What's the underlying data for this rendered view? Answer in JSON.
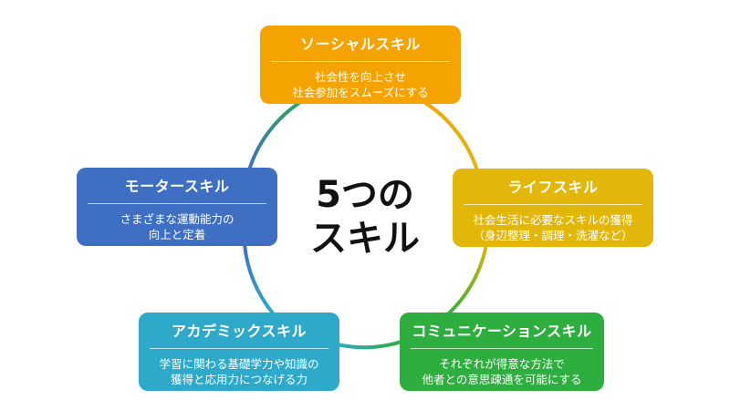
{
  "center": {
    "title": "5つの\nスキル"
  },
  "skills": [
    {
      "title": "ソーシャルスキル",
      "desc": "社会性を向上させ\n社会参加をスムーズにする",
      "color": "#F5A300"
    },
    {
      "title": "ライフスキル",
      "desc": "社会生活に必要なスキルの獲得\n（身辺整理・調理・洗濯など）",
      "color": "#E2B70A"
    },
    {
      "title": "コミュニケーションスキル",
      "desc": "それぞれが得意な方法で\n他者との意思疎通を可能にする",
      "color": "#2EAE3F"
    },
    {
      "title": "アカデミックスキル",
      "desc": "学習に関わる基礎学力や知識の\n獲得と応用力につなげる力",
      "color": "#2FA9C9"
    },
    {
      "title": "モータースキル",
      "desc": "さまざまな運動能力の\n向上と定着",
      "color": "#3F6FC3"
    }
  ]
}
